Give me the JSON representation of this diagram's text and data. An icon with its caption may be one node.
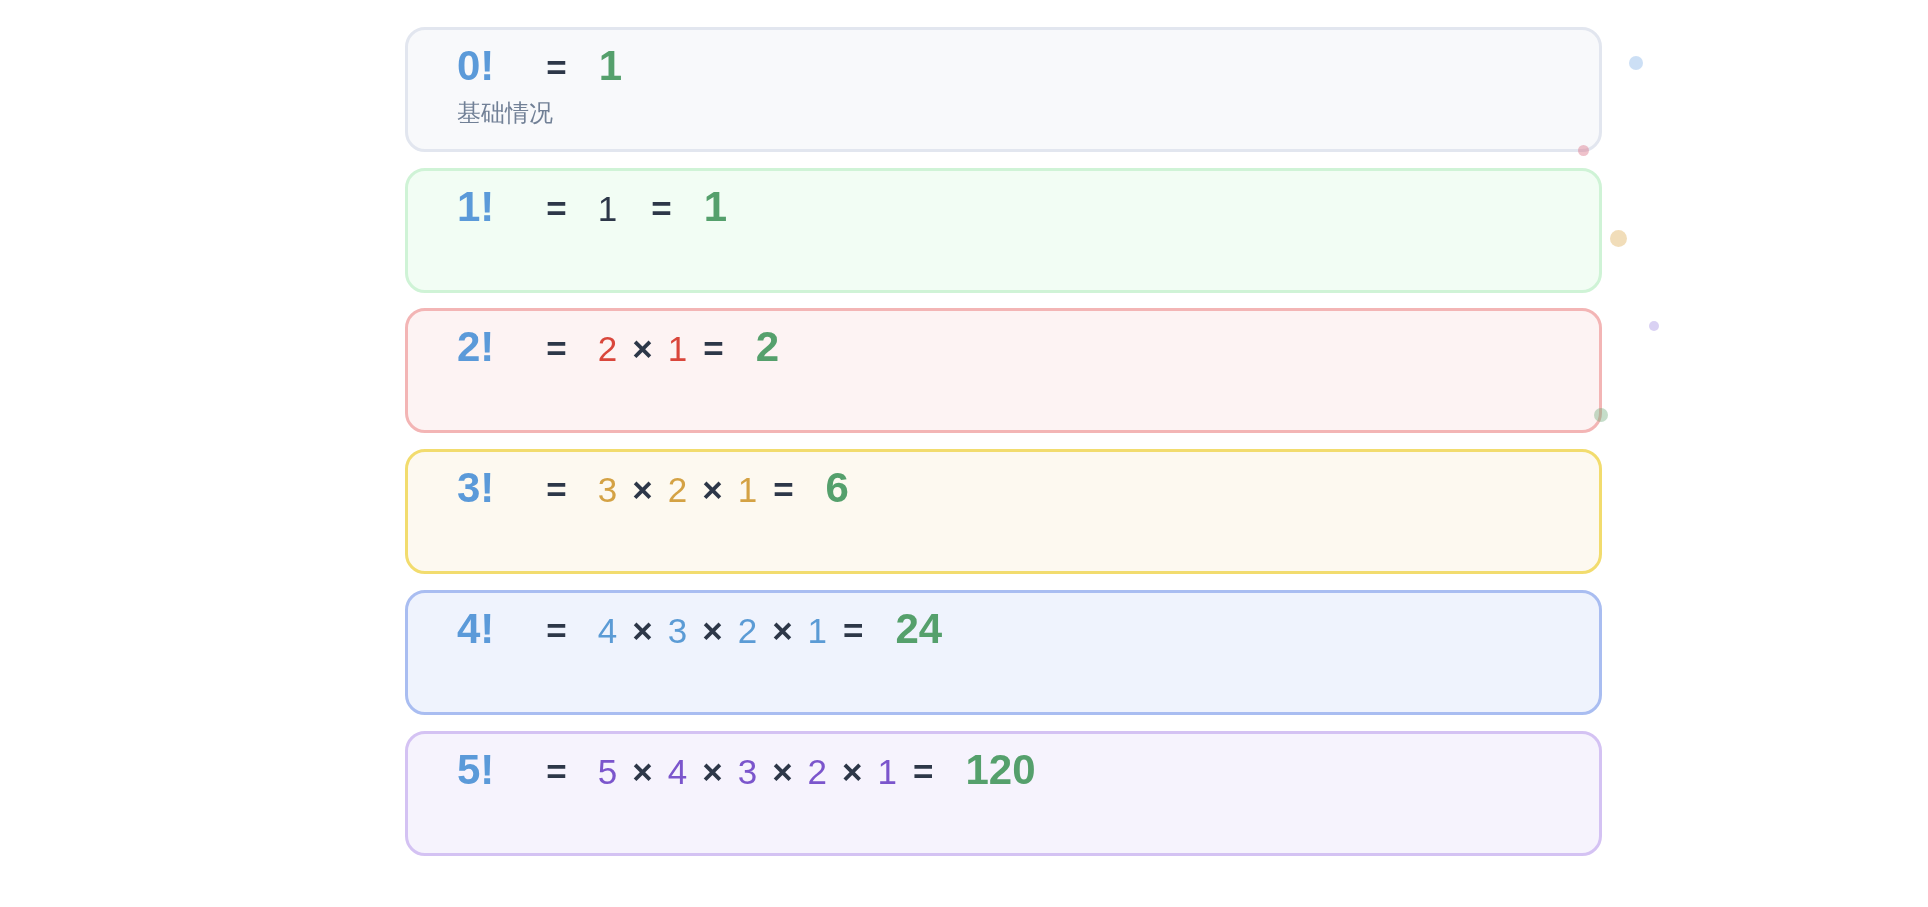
{
  "diagram": {
    "nodes": [
      {
        "text": [
          "0!",
          "=",
          "1",
          "基础情况"
        ]
      },
      {
        "text": [
          "1!",
          "=",
          "1",
          "=",
          "1"
        ]
      },
      {
        "text": [
          "2!",
          "=",
          "2",
          "×",
          "1",
          "=",
          "2"
        ]
      },
      {
        "text": [
          "3!",
          "=",
          "3",
          "×",
          "2",
          "×",
          "1",
          "=",
          "6"
        ]
      },
      {
        "text": [
          "4!",
          "=",
          "4",
          "×",
          "3",
          "×",
          "2",
          "×",
          "1",
          "=",
          "24"
        ]
      },
      {
        "text": [
          "5!",
          "=",
          "5",
          "×",
          "4",
          "×",
          "3",
          "×",
          "2",
          "×",
          "1",
          "=",
          "120"
        ]
      }
    ]
  }
}
